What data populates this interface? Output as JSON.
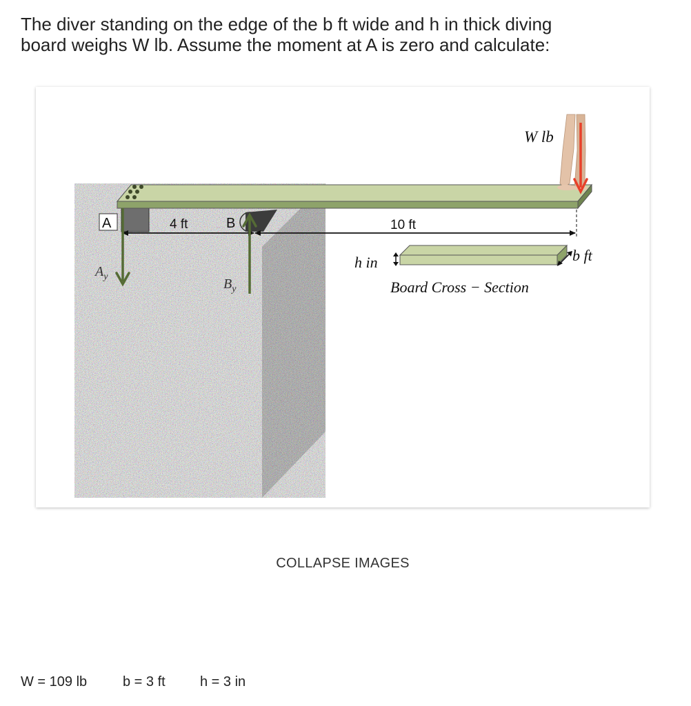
{
  "problem": {
    "line1": "The diver standing on the edge of the b ft wide and h in thick diving",
    "line2": "board weighs W lb. Assume the moment at A is zero and calculate:"
  },
  "figure": {
    "label_W": "W lb",
    "label_A": "A",
    "label_B": "B",
    "label_Ay_main": "A",
    "label_Ay_sub": "y",
    "label_By_main": "B",
    "label_By_sub": "y",
    "dim_AB": "4 ft",
    "dim_board": "10 ft",
    "label_h": "h in",
    "label_b": "b ft",
    "cross_section_caption": "Board Cross − Section",
    "colors": {
      "board_top": "#c9d5a6",
      "board_front": "#8ea36a",
      "reaction_arrow": "#556b35",
      "load_arrow": "#e8402a",
      "concrete": "#b9b9b9"
    }
  },
  "controls": {
    "collapse_label": "COLLAPSE IMAGES"
  },
  "params": {
    "W": "W = 109 lb",
    "b": "b = 3 ft",
    "h": "h = 3 in"
  }
}
